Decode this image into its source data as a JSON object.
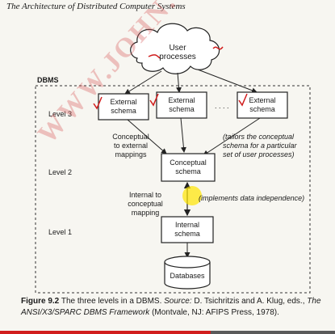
{
  "header": {
    "book_title": "The Architecture of Distributed Computer Systems"
  },
  "diagram": {
    "cloud_label": [
      "User",
      "processes"
    ],
    "dbms_label": "DBMS",
    "levels": [
      "Level 3",
      "Level 2",
      "Level 1"
    ],
    "external_schema": [
      "External",
      "schema"
    ],
    "ellipsis": ". . . .",
    "conceptual_schema": [
      "Conceptual",
      "schema"
    ],
    "internal_schema": [
      "Internal",
      "schema"
    ],
    "database": "Databases",
    "conceptual_to_external": [
      "Conceptual",
      "to external",
      "mappings"
    ],
    "tailors_note": [
      "(tailors the conceptual",
      "schema for a particular",
      "set of user processes)"
    ],
    "internal_to_conceptual": [
      "Internal to",
      "conceptual",
      "mapping"
    ],
    "implements_note": "(implements data independence)"
  },
  "caption": {
    "figure": "Figure 9.2",
    "text1": "The three levels in a DBMS.",
    "source_label": "Source:",
    "text2": "D. Tsichritzis and A. Klug, eds.,",
    "book": "The ANSI/X3/SPARC DBMS Framework",
    "text3": "(Montvale, NJ: AFIPS Press, 1978)."
  },
  "watermark": "WWW.JOHN.COM",
  "video": {
    "progress_fraction": 0.63
  },
  "colors": {
    "annotation_red": "#d11d1d",
    "highlight": "#ffe600"
  }
}
